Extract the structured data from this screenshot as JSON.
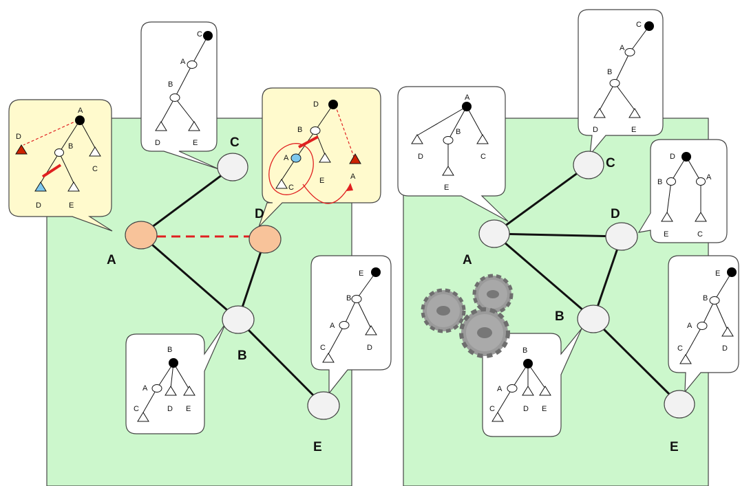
{
  "colors": {
    "region": "#ccf7cc",
    "bubble_plain": "#ffffff",
    "bubble_highlight": "#fffacd",
    "node": "#f2f2f2",
    "node_active": "#f8c39a",
    "tree_root": "#000000",
    "cut_red": "#e02020",
    "moved_blue": "#7ec8ee",
    "red_triangle": "#cc2200",
    "gear": "#9a9a9a"
  },
  "left_panel": {
    "nodes": {
      "A": "A",
      "B": "B",
      "C": "C",
      "D": "D",
      "E": "E"
    },
    "bubble_A": {
      "root": "A",
      "inner": "B",
      "leaves": [
        "D",
        "E",
        "C"
      ],
      "moved_leaf": "D"
    },
    "bubble_C": {
      "root": "C",
      "inner1": "A",
      "inner2": "B",
      "leaves": [
        "D",
        "E"
      ]
    },
    "bubble_D": {
      "root": "D",
      "inner": "B",
      "moved": "A",
      "leaves": [
        "C",
        "E",
        "A"
      ]
    },
    "bubble_B": {
      "root": "B",
      "inner": "A",
      "leaves": [
        "C",
        "D",
        "E"
      ]
    },
    "bubble_E": {
      "root": "E",
      "inner1": "B",
      "inner2": "A",
      "leaves": [
        "C",
        "D"
      ]
    }
  },
  "right_panel": {
    "nodes": {
      "A": "A",
      "B": "B",
      "C": "C",
      "D": "D",
      "E": "E"
    },
    "bubble_A": {
      "root": "A",
      "inner": "B",
      "leaves": [
        "D",
        "C",
        "E"
      ]
    },
    "bubble_C": {
      "root": "C",
      "inner1": "A",
      "inner2": "B",
      "leaves": [
        "D",
        "E"
      ]
    },
    "bubble_D": {
      "root": "D",
      "inner_left": "B",
      "inner_right": "A",
      "leaves": [
        "E",
        "C"
      ]
    },
    "bubble_B": {
      "root": "B",
      "inner": "A",
      "leaves": [
        "C",
        "D",
        "E"
      ]
    },
    "bubble_E": {
      "root": "E",
      "inner1": "B",
      "inner2": "A",
      "leaves": [
        "C",
        "D"
      ]
    }
  }
}
